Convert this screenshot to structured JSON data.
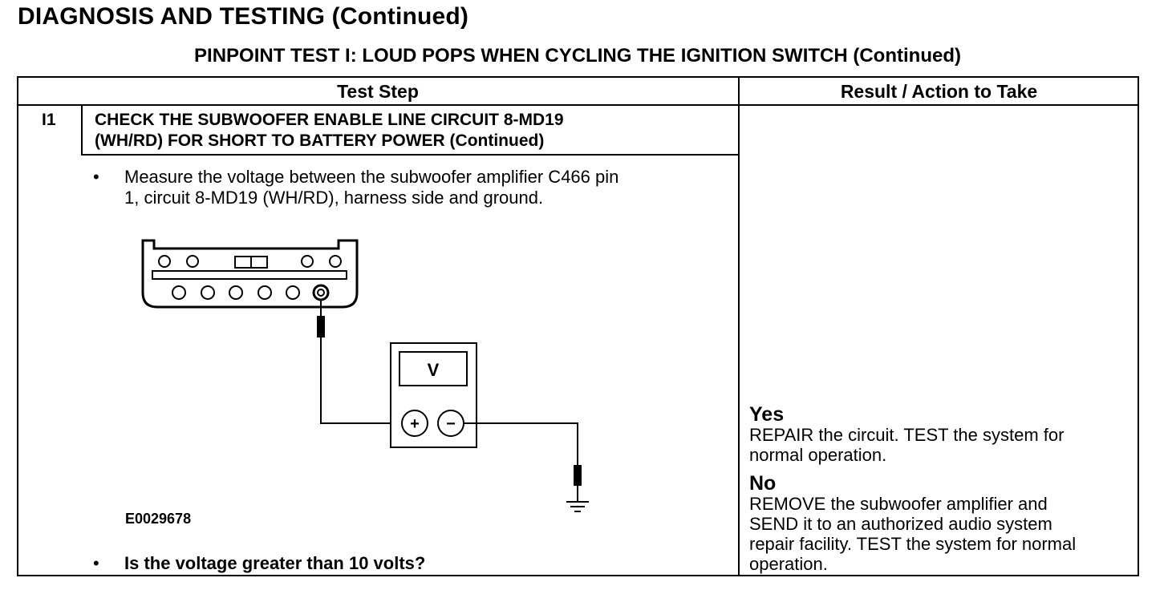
{
  "page": {
    "title": "DIAGNOSIS AND TESTING (Continued)",
    "subtitle": "PINPOINT TEST  I: LOUD POPS WHEN CYCLING THE IGNITION SWITCH (Continued)"
  },
  "table": {
    "headers": {
      "test_step": "Test Step",
      "result": "Result / Action to Take"
    },
    "step": {
      "id": "I1",
      "title_line1": "CHECK THE SUBWOOFER ENABLE LINE CIRCUIT 8-MD19",
      "title_line2": "(WH/RD) FOR SHORT TO BATTERY POWER (Continued)",
      "bullet": "•",
      "instruction_line1": "Measure the voltage between the subwoofer amplifier C466 pin",
      "instruction_line2": "1, circuit 8-MD19 (WH/RD), harness side and ground.",
      "figure_id": "E0029678",
      "question": "Is the voltage greater than 10 volts?"
    },
    "results": {
      "yes_label": "Yes",
      "yes_line1": "REPAIR the circuit. TEST the system for",
      "yes_line2": "normal operation.",
      "no_label": "No",
      "no_line1": "REMOVE the subwoofer amplifier and",
      "no_line2": "SEND it to an authorized audio system",
      "no_line3": "repair facility. TEST the system for normal",
      "no_line4": "operation."
    }
  },
  "diagram": {
    "meter_label": "V",
    "plus_symbol": "+",
    "minus_symbol": "−"
  }
}
